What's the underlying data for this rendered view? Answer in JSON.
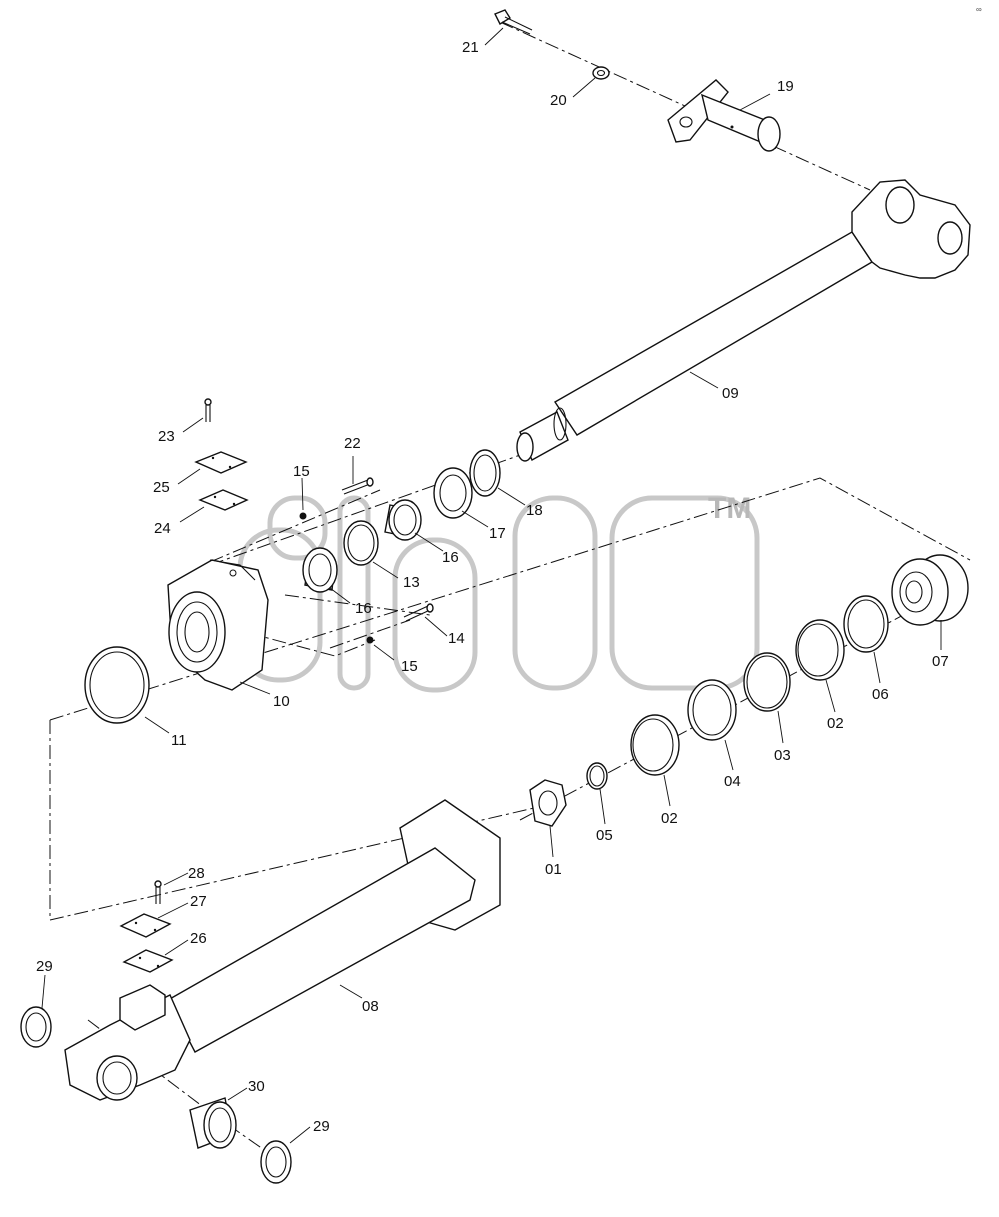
{
  "watermark": {
    "mark": "TM",
    "brand": "dicp"
  },
  "corner_mark": "∞",
  "parts": [
    {
      "id": "p21",
      "label": "21"
    },
    {
      "id": "p20",
      "label": "20"
    },
    {
      "id": "p19",
      "label": "19"
    },
    {
      "id": "p09",
      "label": "09"
    },
    {
      "id": "p18",
      "label": "18"
    },
    {
      "id": "p17",
      "label": "17"
    },
    {
      "id": "p16a",
      "label": "16"
    },
    {
      "id": "p16b",
      "label": "16"
    },
    {
      "id": "p13",
      "label": "13"
    },
    {
      "id": "p22",
      "label": "22"
    },
    {
      "id": "p15a",
      "label": "15"
    },
    {
      "id": "p15b",
      "label": "15"
    },
    {
      "id": "p14",
      "label": "14"
    },
    {
      "id": "p23",
      "label": "23"
    },
    {
      "id": "p25",
      "label": "25"
    },
    {
      "id": "p24",
      "label": "24"
    },
    {
      "id": "p10",
      "label": "10"
    },
    {
      "id": "p11",
      "label": "11"
    },
    {
      "id": "p07",
      "label": "07"
    },
    {
      "id": "p06",
      "label": "06"
    },
    {
      "id": "p02a",
      "label": "02"
    },
    {
      "id": "p03",
      "label": "03"
    },
    {
      "id": "p04",
      "label": "04"
    },
    {
      "id": "p02b",
      "label": "02"
    },
    {
      "id": "p05",
      "label": "05"
    },
    {
      "id": "p01",
      "label": "01"
    },
    {
      "id": "p28",
      "label": "28"
    },
    {
      "id": "p27",
      "label": "27"
    },
    {
      "id": "p26",
      "label": "26"
    },
    {
      "id": "p29a",
      "label": "29"
    },
    {
      "id": "p08",
      "label": "08"
    },
    {
      "id": "p30",
      "label": "30"
    },
    {
      "id": "p29b",
      "label": "29"
    }
  ]
}
